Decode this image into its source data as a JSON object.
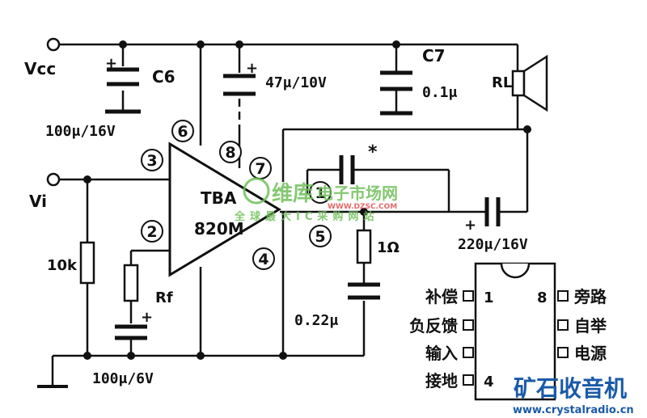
{
  "labels": {
    "vcc": "Vcc",
    "vi": "Vi",
    "c6_name": "C6",
    "c6_value": "100μ/16V",
    "c_47": "47μ/10V",
    "c7_name": "C7",
    "c7_value": "0.1μ",
    "rl": "RL",
    "r_10k": "10k",
    "rf": "Rf",
    "c_rf_value": "100μ/6V",
    "c_out": "220μ/16V",
    "r_1ohm": "1Ω",
    "c_022": "0.22μ",
    "asterisk": "*",
    "plus": "+",
    "ic_line1": "TBA",
    "ic_line2": "820M"
  },
  "pins": {
    "p1": "1",
    "p2": "2",
    "p3": "3",
    "p4": "4",
    "p5": "5",
    "p6": "6",
    "p7": "7",
    "p8": "8"
  },
  "pinout": {
    "left": [
      "补偿",
      "负反馈",
      "输入",
      "接地"
    ],
    "right": [
      "旁路",
      "自举",
      "电源",
      ""
    ],
    "num_top_left": "1",
    "num_top_right": "8",
    "num_bottom_left": "4"
  },
  "watermarks": {
    "site_brand": "维库",
    "site_name": "电子市场网",
    "site_url": "WWW.DZSC.COM",
    "site_slogan": "全球最大IC采购网站",
    "radio_brand": "矿石收音机",
    "radio_url": "www.crystalradio.cn"
  },
  "colors": {
    "line": "#111111",
    "watermark_green": "#6fbf5a",
    "watermark_red": "#e05050",
    "radio_blue": "#1a5aa8"
  }
}
